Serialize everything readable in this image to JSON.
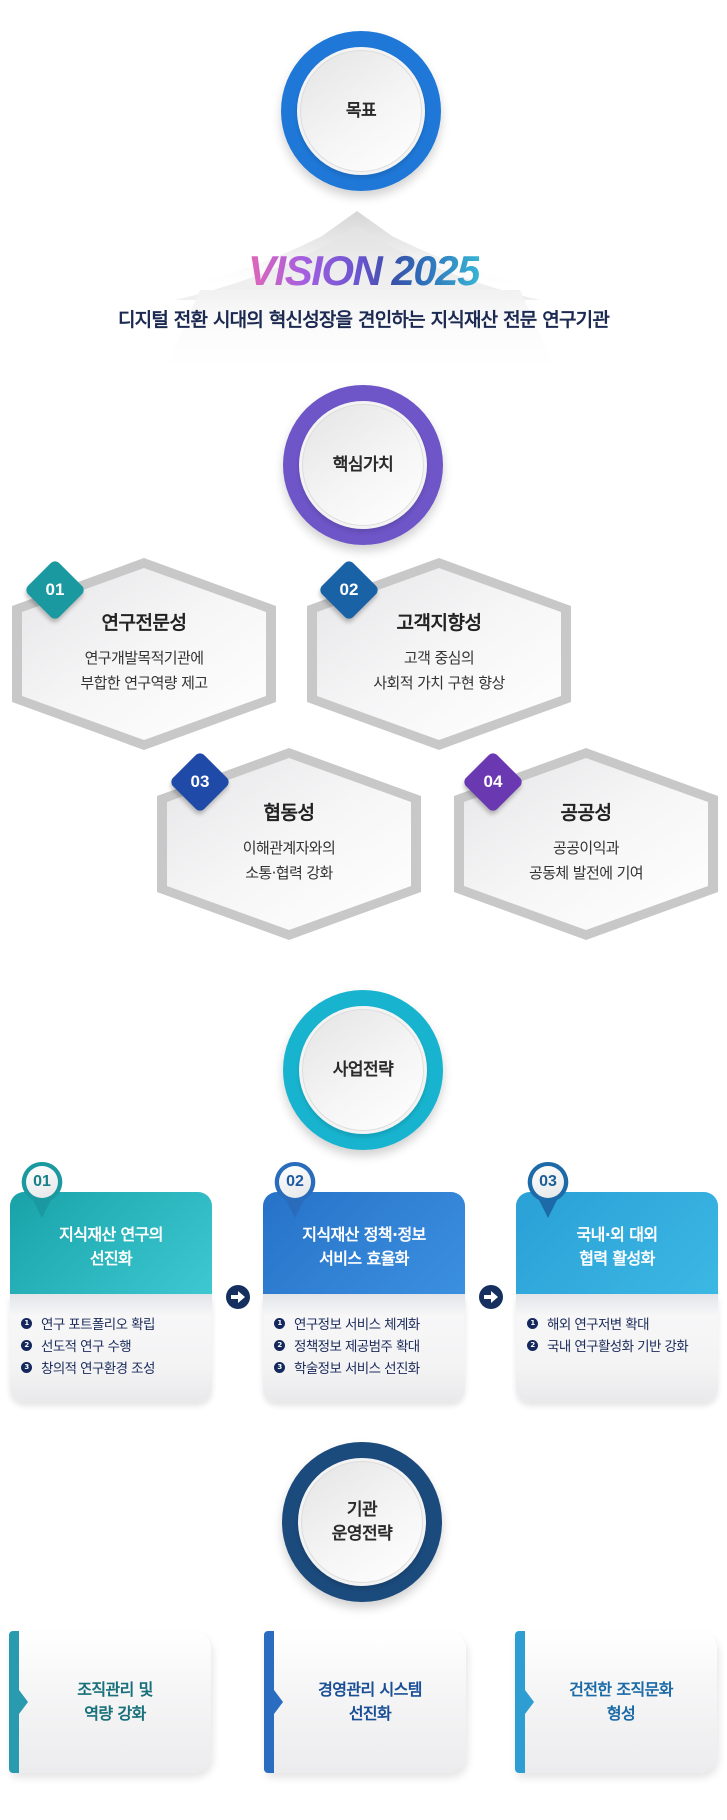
{
  "sections": {
    "goal": {
      "label": "목표",
      "color": "#1f78d8"
    },
    "core_values": {
      "label": "핵심가치",
      "color": "#6e55c8"
    },
    "business_strategy": {
      "label": "사업전략",
      "color": "#18b4cf"
    },
    "operation_strategy": {
      "label_line1": "기관",
      "label_line2": "운영전략",
      "color": "#1b4a7c"
    }
  },
  "vision": {
    "title": "VISION 2025",
    "subtitle": "디지털 전환 시대의 혁신성장을 견인하는 지식재산 전문 연구기관"
  },
  "core_values": [
    {
      "num": "01",
      "title": "연구전문성",
      "desc_line1": "연구개발목적기관에",
      "desc_line2": "부합한 연구역량 제고",
      "color": "#1a9aa0"
    },
    {
      "num": "02",
      "title": "고객지향성",
      "desc_line1": "고객 중심의",
      "desc_line2": "사회적 가치 구현 향상",
      "color": "#1a62a6"
    },
    {
      "num": "03",
      "title": "협동성",
      "desc_line1": "이해관계자와의",
      "desc_line2": "소통·협력 강화",
      "color": "#1f4aa8"
    },
    {
      "num": "04",
      "title": "공공성",
      "desc_line1": "공공이익과",
      "desc_line2": "공동체 발전에 기여",
      "color": "#6a38b0"
    }
  ],
  "business_strategies": [
    {
      "num": "01",
      "title_line1": "지식재산 연구의",
      "title_line2": "선진화",
      "color_from": "#1aa8ae",
      "color_to": "#3ec6d2",
      "items": [
        "연구 포트폴리오 확립",
        "선도적 연구 수행",
        "창의적 연구환경 조성"
      ]
    },
    {
      "num": "02",
      "title_line1": "지식재산 정책·정보",
      "title_line2": "서비스 효율화",
      "color_from": "#2a78cc",
      "color_to": "#3c8ede",
      "items": [
        "연구정보 서비스 체계화",
        "정책정보 제공범주 확대",
        "학술정보 서비스 선진화"
      ]
    },
    {
      "num": "03",
      "title_line1": "국내·외 대외",
      "title_line2": "협력 활성화",
      "color_from": "#2ea4d8",
      "color_to": "#3ab6e2",
      "items": [
        "해외 연구저변 확대",
        "국내 연구활성화 기반 강화"
      ]
    }
  ],
  "operation_strategies": [
    {
      "title_line1": "조직관리 및",
      "title_line2": "역량 강화",
      "bar_color": "#2a9aae",
      "text_color": "#17707a"
    },
    {
      "title_line1": "경영관리 시스템",
      "title_line2": "선진화",
      "bar_color": "#2a6cc0",
      "text_color": "#1a4f96"
    },
    {
      "title_line1": "건전한 조직문화",
      "title_line2": "형성",
      "bar_color": "#2e9ed2",
      "text_color": "#1b6aa6"
    }
  ]
}
